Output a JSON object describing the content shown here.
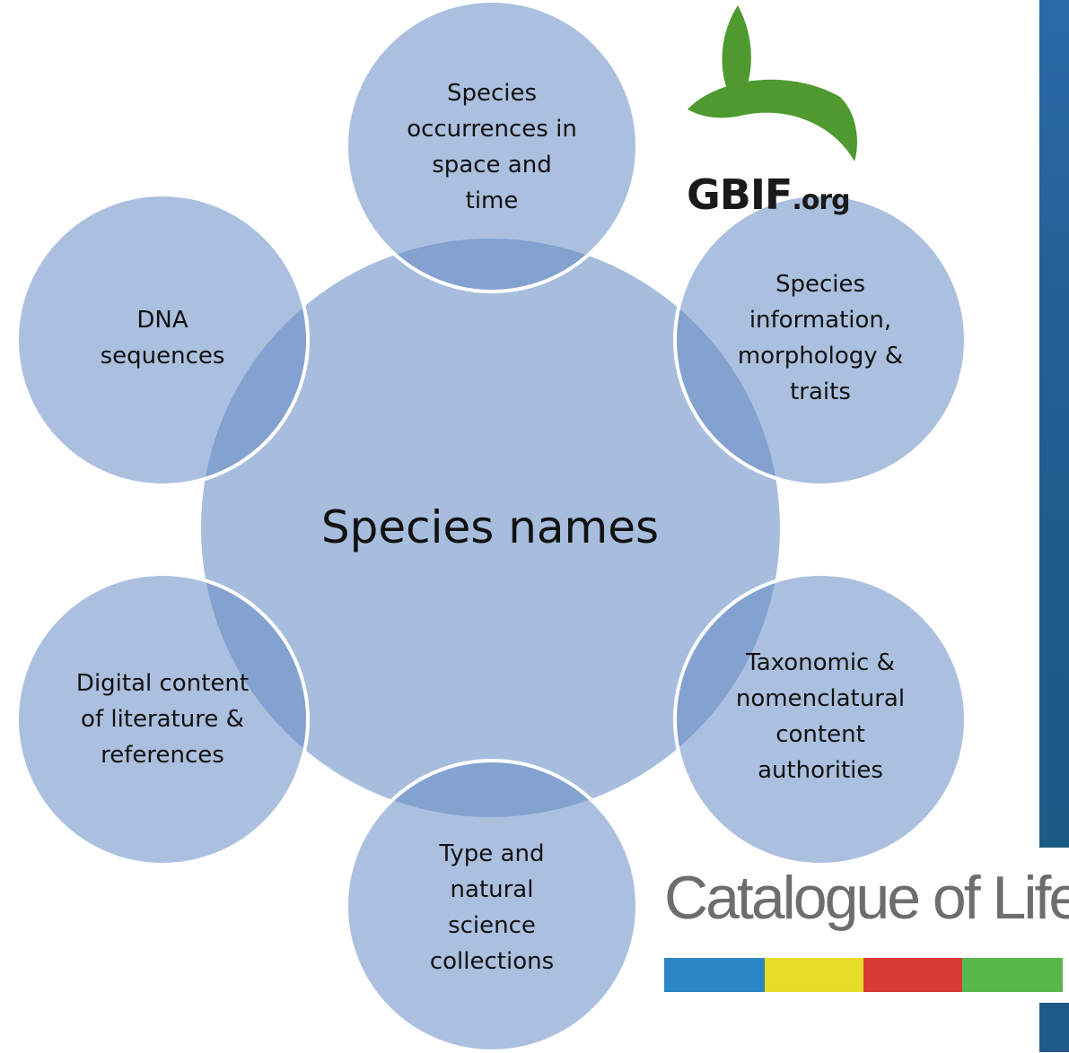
{
  "center": {
    "label": "Species names"
  },
  "satellites": [
    {
      "id": "occurrences",
      "label": "Species\noccurrences in\nspace and\ntime"
    },
    {
      "id": "information",
      "label": "Species\ninformation,\nmorphology &\ntraits"
    },
    {
      "id": "taxonomic",
      "label": "Taxonomic &\nnomenclatural\ncontent\nauthorities"
    },
    {
      "id": "collections",
      "label": "Type and\nnatural\nscience\ncollections"
    },
    {
      "id": "literature",
      "label": "Digital content\nof literature &\nreferences"
    },
    {
      "id": "dna",
      "label": "DNA\nsequences"
    }
  ],
  "logos": {
    "gbif": {
      "main": "GBIF",
      "suffix": ".org",
      "leaf_color": "#4e9a2f"
    },
    "catalogue_of_life": {
      "text": "Catalogue of Life",
      "stripe_colors": [
        "#2a86c6",
        "#e8dc2a",
        "#d83a34",
        "#59b84a"
      ]
    }
  },
  "colors": {
    "circle_fill": "#a7bde0",
    "overlap_fill": "#7da0cf",
    "side_bar": "#255f97"
  }
}
